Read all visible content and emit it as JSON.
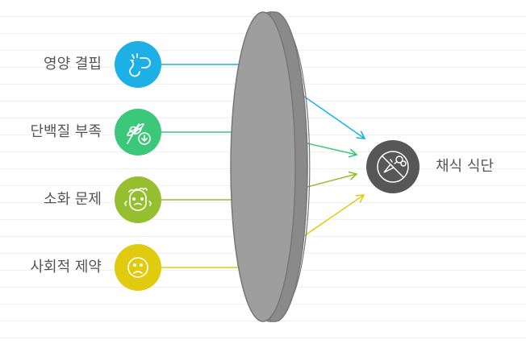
{
  "factors": [
    {
      "label": "영양 결핍",
      "color": "#1db0e6",
      "icon": "broken-link-icon"
    },
    {
      "label": "단백질 부족",
      "color": "#3cc87a",
      "icon": "wheat-download-icon"
    },
    {
      "label": "소화 문제",
      "color": "#95bf2e",
      "icon": "upset-face-icon"
    },
    {
      "label": "사회적 제약",
      "color": "#e0cb0e",
      "icon": "sad-face-icon"
    }
  ],
  "outcome": {
    "label": "채식 식단",
    "color": "#575757",
    "icon": "vegetables-icon"
  },
  "lens_color": "#9e9e9e"
}
